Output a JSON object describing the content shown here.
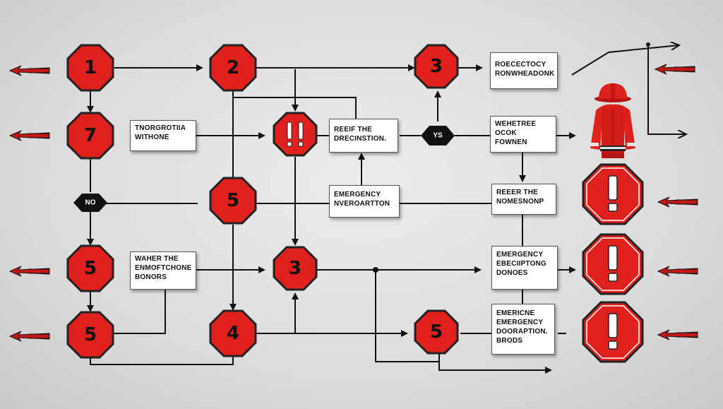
{
  "nodes": {
    "n1": "1",
    "n7": "7",
    "n5a": "5",
    "n5b": "5",
    "n2": "2",
    "n5c": "5",
    "n4": "4",
    "n3a": "3",
    "n3b": "3",
    "n5d": "5",
    "alert_center": "!!"
  },
  "decisions": {
    "no": "NO",
    "yes": "YS"
  },
  "boxes": {
    "b1": [
      "TNORGROTIIA",
      "WITHONE"
    ],
    "b2": [
      "WAHER THE",
      "ENMOFTCHONE",
      "BONORS"
    ],
    "b3": [
      "REEIF THE",
      "DRECINSTION."
    ],
    "b4": [
      "EMERGENCY",
      "NVEROARTTON"
    ],
    "b5": [
      "ROECECTOCY",
      "RONWHEADONK"
    ],
    "b6": [
      "WEHETREE",
      "OCOK",
      "FOWNEN"
    ],
    "b7": [
      "REEER THE",
      "NOMESNONP"
    ],
    "b8": [
      "EMERGENCY",
      "EBECIIPTONG",
      "DONOES"
    ],
    "b9": [
      "EMERICNE",
      "EMERGENCY",
      "DOORAPTION.",
      "BRODS"
    ]
  },
  "colors": {
    "stop_red": "#e0201c",
    "stop_border": "#222222",
    "line": "#111111",
    "arrow_red": "#c41818"
  },
  "icons": {
    "stop_sign": "octagon-stop",
    "warning": "exclamation-octagon",
    "side_arrow": "red-speed-arrow-left",
    "person": "firefighter"
  }
}
